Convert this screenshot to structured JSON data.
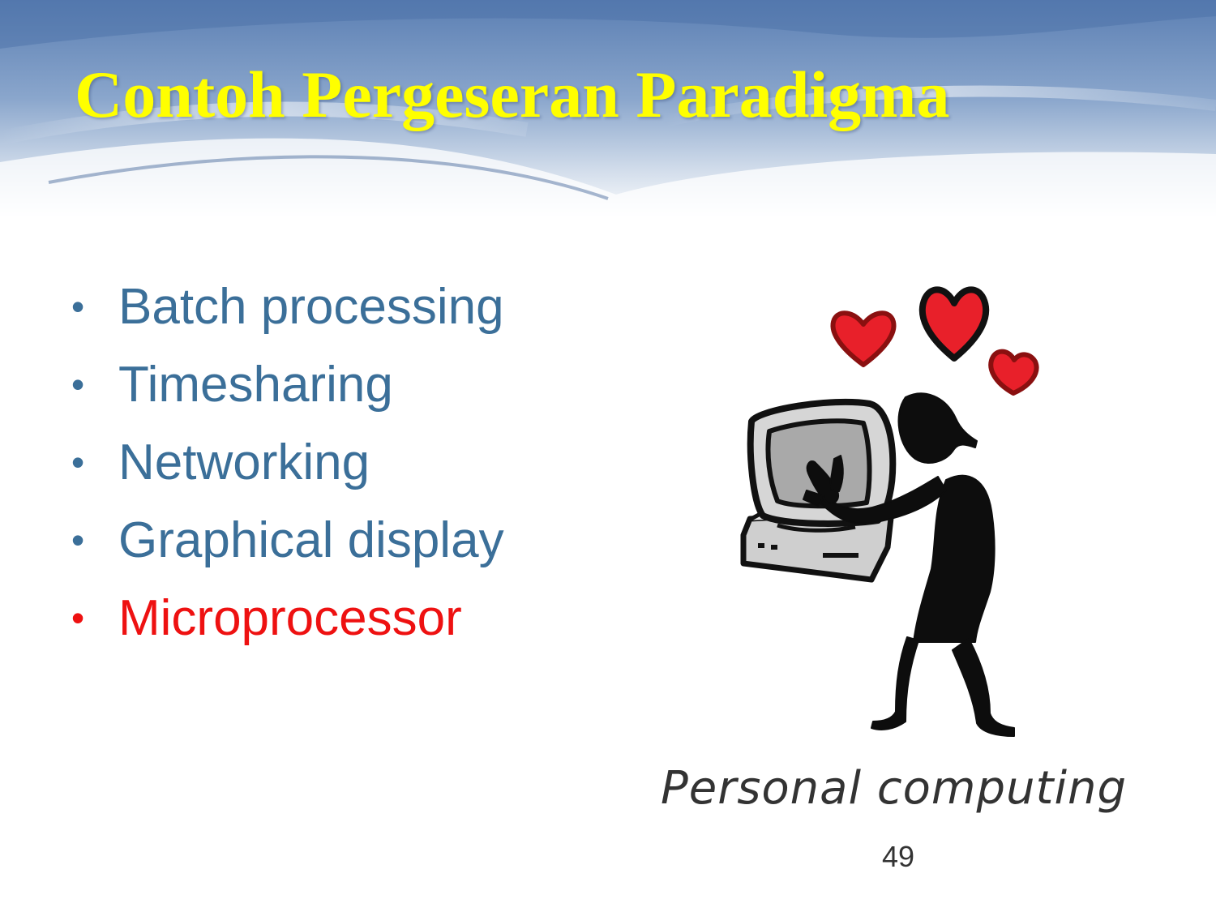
{
  "slide": {
    "title": "Contoh Pergeseran Paradigma",
    "bullet_symbol": "•",
    "bullets": [
      {
        "text": "Batch processing",
        "highlighted": false
      },
      {
        "text": "Timesharing",
        "highlighted": false
      },
      {
        "text": "Networking",
        "highlighted": false
      },
      {
        "text": "Graphical display",
        "highlighted": false
      },
      {
        "text": "Microprocessor",
        "highlighted": true
      }
    ],
    "image": {
      "icon": "person-hugging-computer-icon",
      "hearts": [
        "heart-icon",
        "heart-icon",
        "heart-icon"
      ]
    },
    "caption": "Personal computing",
    "page_number": "49"
  },
  "colors": {
    "title": "#ffff00",
    "bullet_text": "#3b6f99",
    "highlight_text": "#ee1111",
    "header_blue": "#5a80b4",
    "heart_red": "#e8202a"
  }
}
